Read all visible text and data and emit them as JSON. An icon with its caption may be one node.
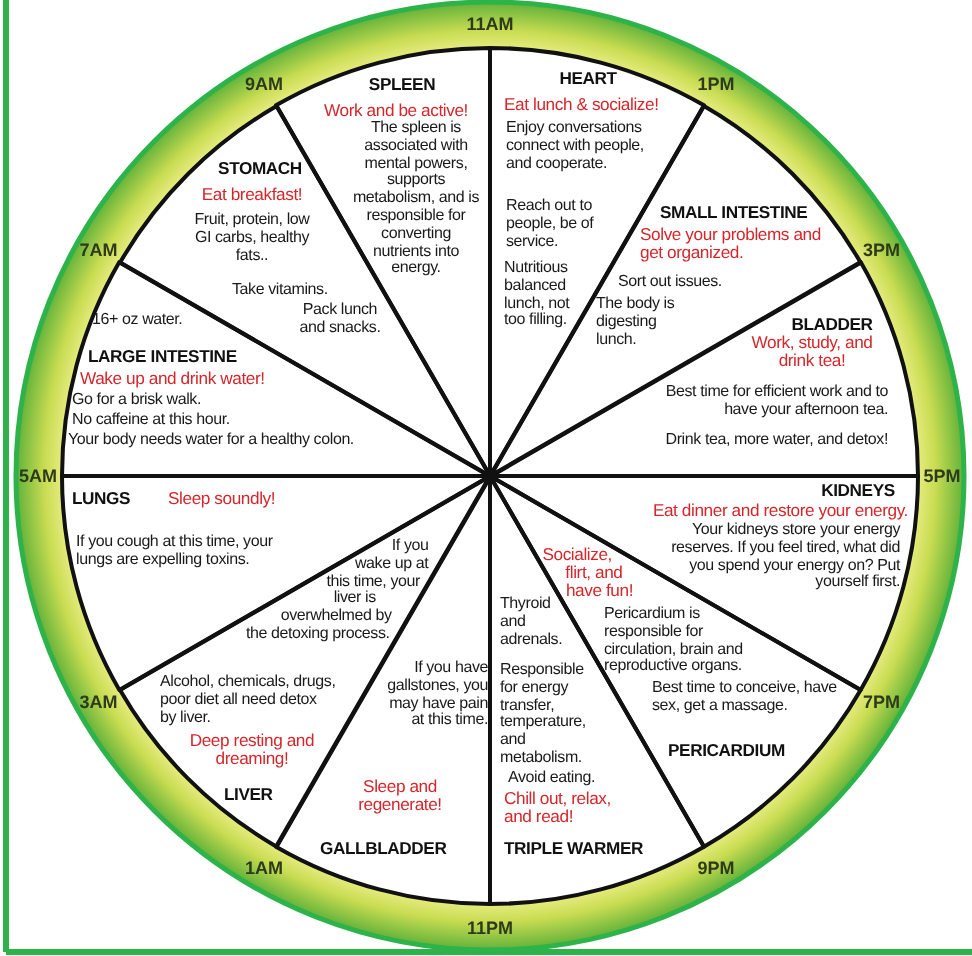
{
  "diagram": {
    "nodes": [
      {
        "text": [
          "HEART",
          "Eat lunch & socialize!",
          "Enjoy conversations connect with people, and cooperate.",
          "Reach out to people, be of service.",
          "Nutritious balanced lunch, not too filling."
        ]
      },
      {
        "text": [
          "SMALL INTESTINE",
          "Solve your problems and get organized.",
          "Sort out issues.",
          "The body is digesting lunch."
        ]
      },
      {
        "text": [
          "BLADDER",
          "Work, study, and drink tea!",
          "Best time for efficient work and to have your afternoon tea.",
          "Drink tea, more water, and detox!"
        ]
      },
      {
        "text": [
          "KIDNEYS",
          "Eat dinner and restore your energy.",
          "Your kidneys store your energy reserves. If you feel tired, what did you spend your energy on? Put yourself first."
        ]
      },
      {
        "text": [
          "Socialize, flirt, and have fun!",
          "Pericardium is responsible for circulation, brain and reproductive organs.",
          "Best time to conceive, have sex, get a massage.",
          "PERICARDIUM"
        ]
      },
      {
        "text": [
          "Thyroid and adrenals.",
          "Responsible for energy transfer, temperature, and metabolism.",
          "Avoid eating.",
          "Chill out, relax, and read!",
          "TRIPLE WARMER"
        ]
      },
      {
        "text": [
          "If you have gallstones, you may have pain at this time.",
          "Sleep and regenerate!",
          "GALLBLADDER"
        ]
      },
      {
        "text": [
          "If you wake up at this time, your liver is overwhelmed by the detoxing process.",
          "Alcohol, chemicals, drugs, poor diet all need detox by liver.",
          "Deep resting and dreaming!",
          "LIVER"
        ]
      },
      {
        "text": [
          "LUNGS",
          "Sleep soundly!",
          "If you cough at this time, your lungs are expelling toxins."
        ]
      },
      {
        "text": [
          "16+ oz water.",
          "LARGE INTESTINE",
          "Wake up and drink water!",
          "Go for a brisk walk.",
          "No caffeine at this hour.",
          "Your body needs water for a healthy colon."
        ]
      },
      {
        "text": [
          "STOMACH",
          "Eat breakfast!",
          "Fruit, protein, low GI carbs, healthy fats..",
          "Take vitamins.",
          "Pack lunch and snacks."
        ]
      },
      {
        "text": [
          "SPLEEN",
          "Work and be active!",
          "The spleen is associated with mental powers, supports metabolism, and is responsible for converting nutrients into energy."
        ]
      }
    ],
    "labels": [
      "11AM",
      "1PM",
      "3PM",
      "5PM",
      "7PM",
      "9PM",
      "11PM",
      "1AM",
      "3AM",
      "5AM",
      "7AM",
      "9AM"
    ]
  }
}
